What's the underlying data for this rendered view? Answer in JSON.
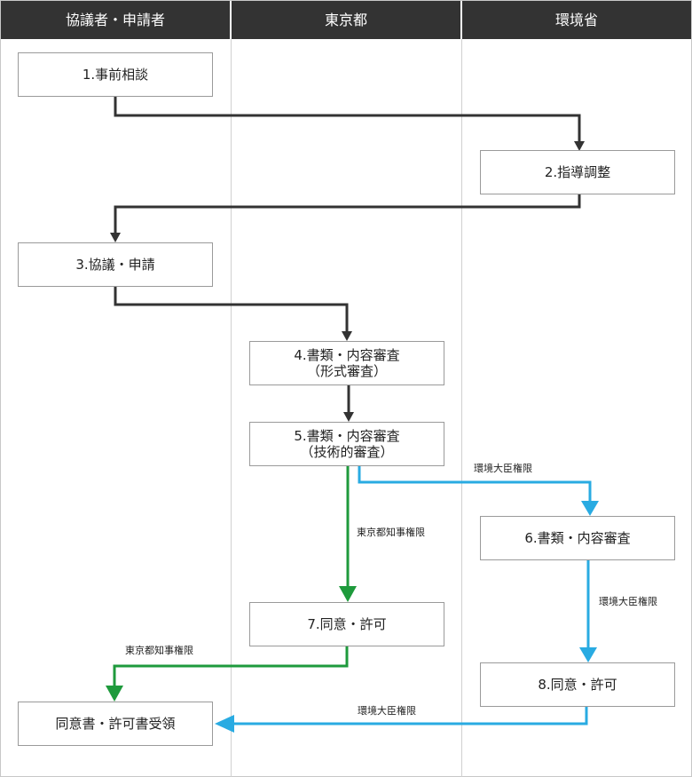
{
  "lanes": [
    {
      "name": "協議者・申請者"
    },
    {
      "name": "東京都"
    },
    {
      "name": "環境省"
    }
  ],
  "steps": {
    "s1": {
      "line1": "1.事前相談"
    },
    "s2": {
      "line1": "2.指導調整"
    },
    "s3": {
      "line1": "3.協議・申請"
    },
    "s4": {
      "line1": "4.書類・内容審査",
      "line2": "（形式審査）"
    },
    "s5": {
      "line1": "5.書類・内容審査",
      "line2": "（技術的審査）"
    },
    "s6": {
      "line1": "6.書類・内容審査"
    },
    "s7": {
      "line1": "7.同意・許可"
    },
    "s8": {
      "line1": "8.同意・許可"
    },
    "final": {
      "line1": "同意書・許可書受領"
    }
  },
  "labels": {
    "env_to_6": "環境大臣権限",
    "tokyo_to_7": "東京都知事権限",
    "env_6_to_8": "環境大臣権限",
    "tokyo_7_to_final": "東京都知事権限",
    "env_8_to_final": "環境大臣権限"
  },
  "colors": {
    "header_bg": "#333333",
    "black_arrow": "#333333",
    "green_arrow": "#1e9a3c",
    "blue_arrow": "#29abe2"
  }
}
